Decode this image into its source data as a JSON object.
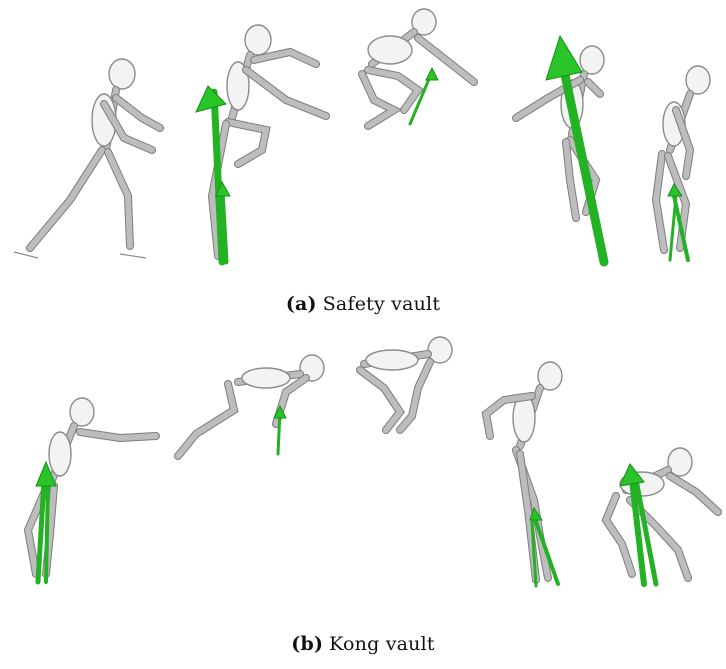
{
  "figure": {
    "panels": [
      {
        "id": "a",
        "label": "(a)",
        "caption": "Safety vault",
        "poses": [
          "run-approach",
          "takeoff",
          "tuck-over",
          "reach-landing",
          "landing"
        ]
      },
      {
        "id": "b",
        "label": "(b)",
        "caption": "Kong vault",
        "poses": [
          "takeoff-reach",
          "dive",
          "tuck",
          "landing-extend",
          "crouch-land"
        ]
      }
    ],
    "colors": {
      "force_arrow": "#23b223",
      "bone_fill": "#f3f3f3",
      "bone_outline": "#8b8b8b"
    }
  }
}
